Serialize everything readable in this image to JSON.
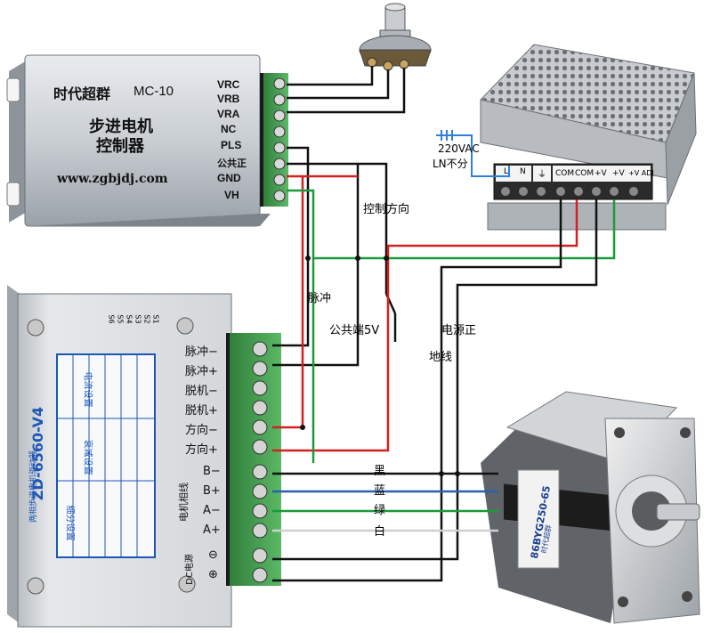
{
  "controller": {
    "brand": "时代超群",
    "model": "MC-10",
    "title_line1": "步进电机",
    "title_line2": "控制器",
    "website": "www.zgbjdj.com",
    "terminals": [
      "VRC",
      "VRB",
      "VRA",
      "NC",
      "PLS",
      "公共正",
      "GND",
      "VH"
    ]
  },
  "driver": {
    "model": "ZD-6560-V4",
    "subtitle": "两相步进电机驱动器",
    "switch_labels": [
      "S6",
      "S5",
      "S4",
      "S3",
      "S2",
      "S1"
    ],
    "table_headings": [
      "细分设置",
      "衰减设置",
      "电流设置"
    ],
    "terminals_signal": [
      "脉冲−",
      "脉冲+",
      "脱机−",
      "脱机+",
      "方向−",
      "方向+"
    ],
    "terminals_motor": [
      "B−",
      "B+",
      "A−",
      "A+"
    ],
    "motor_group_label": "电机相线",
    "power_group_label": "DC电源",
    "power_terminals": [
      "⊖",
      "⊕"
    ]
  },
  "psu": {
    "ac_label": "220VAC",
    "ln_note": "LN不分",
    "terminal_labels": [
      "L",
      "N",
      "⏚",
      "COM",
      "COM",
      "+V",
      "+V",
      "+V ADJ"
    ]
  },
  "motor": {
    "model": "86BYG250-65",
    "brand": "时代超群"
  },
  "wire_labels": {
    "direction": "控制方向",
    "pulse": "脉冲",
    "common": "公共端5V",
    "power_pos": "电源正",
    "ground": "地线",
    "black": "黑",
    "blue": "蓝",
    "green": "绿",
    "white": "白"
  },
  "colors": {
    "wire_black": "#111111",
    "wire_red": "#d42020",
    "wire_green": "#1a9a3a",
    "wire_blue": "#2a5fb0",
    "wire_white": "#cfcfcf",
    "terminal_green": "#3f9a4a"
  }
}
